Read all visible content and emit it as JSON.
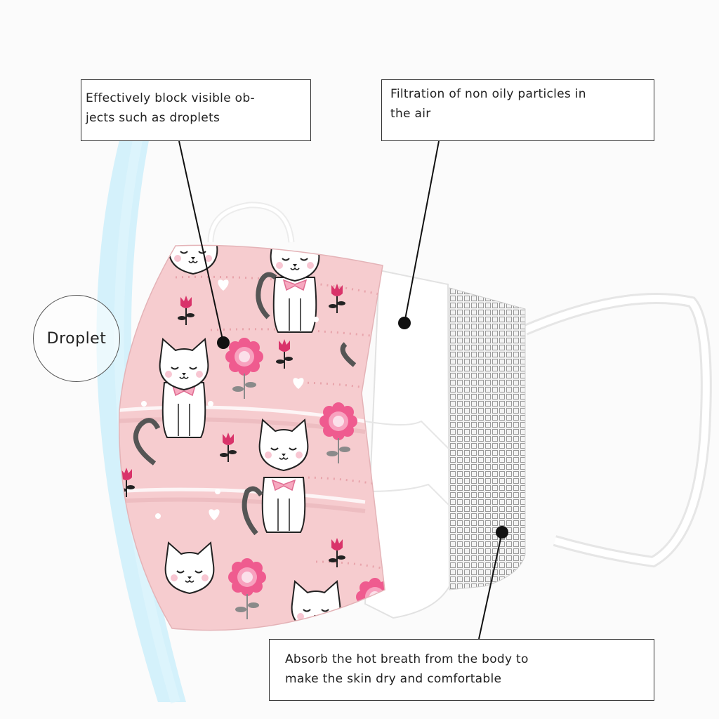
{
  "callouts": {
    "block_droplets": {
      "line1": "Effectively block visible ob-",
      "line2": "jects such as droplets"
    },
    "filtration": {
      "line1": "Filtration of non oily particles in",
      "line2": "the air"
    },
    "absorb": {
      "line1": "Absorb the hot breath from the body to",
      "line2": "make the skin dry and comfortable"
    }
  },
  "droplet_badge": {
    "label": "Droplet"
  },
  "colors": {
    "mask_pink": "#f5c9cc",
    "flower_pink": "#e8588a",
    "shield_blue": "#bfe9f7",
    "mesh_gray": "#9a9a9a",
    "ear_loop": "#f4f4f4"
  },
  "icons": [
    "cat-icon",
    "flower-icon",
    "tulip-icon",
    "heart-icon"
  ]
}
